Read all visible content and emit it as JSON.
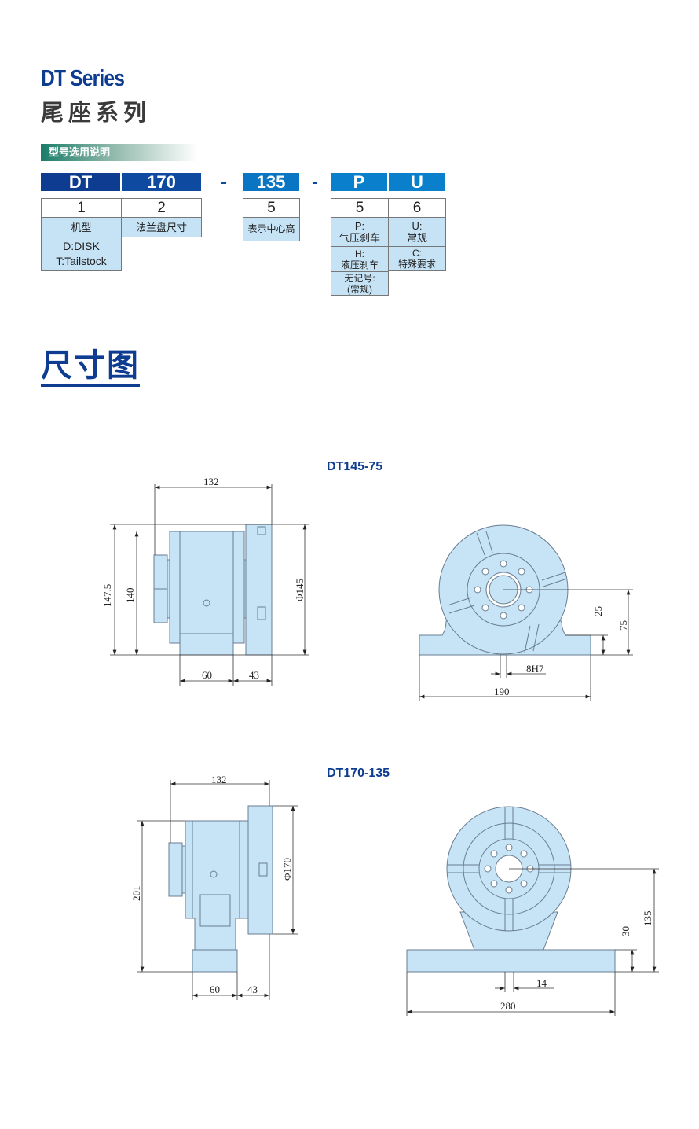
{
  "header": {
    "series": "DT Series",
    "subtitle": "尾座系列",
    "section_label": "型号选用说明"
  },
  "model_code": {
    "segments": [
      "DT",
      "170",
      "135",
      "P",
      "U"
    ],
    "dashes": [
      "-",
      "-"
    ],
    "numbers": [
      "1",
      "2",
      "5",
      "5",
      "6"
    ],
    "desc": {
      "c1": "机型",
      "c1b_line1": "D:DISK",
      "c1b_line2": "T:Tailstock",
      "c2": "法兰盘尺寸",
      "c3": "表示中心高",
      "c4a_line1": "P:",
      "c4a_line2": "气压刹车",
      "c4b_line1": "H:",
      "c4b_line2": "液压刹车",
      "c4c_line1": "无记号:",
      "c4c_line2": "(常规)",
      "c5a_line1": "U:",
      "c5a_line2": "常规",
      "c5b_line1": "C:",
      "c5b_line2": "特殊要求"
    },
    "colors": {
      "dark": "#0d3c91",
      "mid": "#0d4aa0",
      "light": "#0a7dc8"
    }
  },
  "dimensions": {
    "title": "尺寸图"
  },
  "models": [
    {
      "name": "DT145-75",
      "dims": {
        "length": "132",
        "height1": "147.5",
        "height2": "140",
        "dia": "Φ145",
        "a": "60",
        "b": "43",
        "center": "25",
        "center_h": "75",
        "key": "8H7",
        "width": "190"
      }
    },
    {
      "name": "DT170-135",
      "dims": {
        "length": "132",
        "height1": "201",
        "dia": "Φ170",
        "a": "60",
        "b": "43",
        "base": "30",
        "center_h": "135",
        "key": "14",
        "width": "280"
      }
    }
  ]
}
